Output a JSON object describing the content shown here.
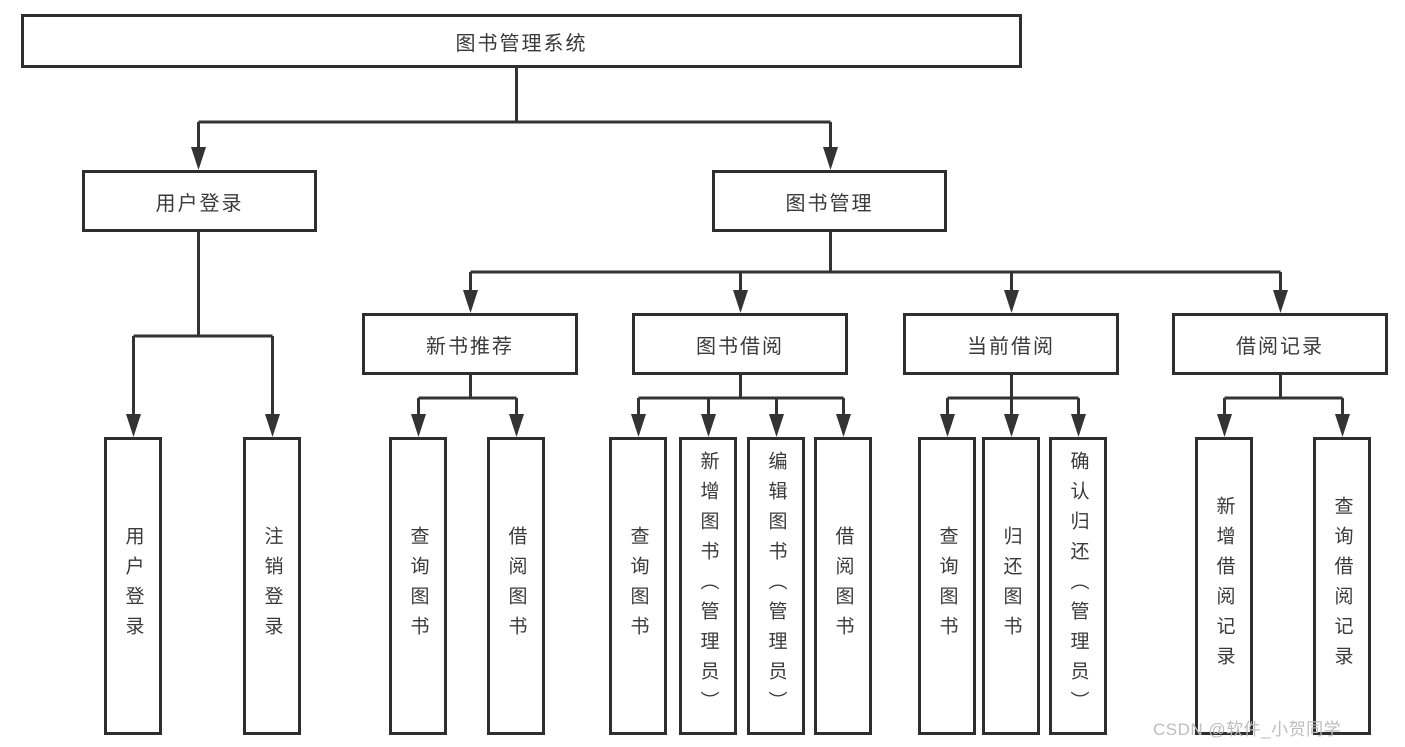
{
  "tree": {
    "label": "图书管理系统",
    "children": [
      {
        "label": "用户登录",
        "children": [
          {
            "label": "用户登录"
          },
          {
            "label": "注销登录"
          }
        ]
      },
      {
        "label": "图书管理",
        "children": [
          {
            "label": "新书推荐",
            "children": [
              {
                "label": "查询图书"
              },
              {
                "label": "借阅图书"
              }
            ]
          },
          {
            "label": "图书借阅",
            "children": [
              {
                "label": "查询图书"
              },
              {
                "label": "新增图书（管理员）"
              },
              {
                "label": "编辑图书（管理员）"
              },
              {
                "label": "借阅图书"
              }
            ]
          },
          {
            "label": "当前借阅",
            "children": [
              {
                "label": "查询图书"
              },
              {
                "label": "归还图书"
              },
              {
                "label": "确认归还（管理员）"
              }
            ]
          },
          {
            "label": "借阅记录",
            "children": [
              {
                "label": "新增借阅记录"
              },
              {
                "label": "查询借阅记录"
              }
            ]
          }
        ]
      }
    ]
  },
  "watermark": "CSDN @软件_小贺同学",
  "colors": {
    "background": "#ffffff",
    "box_border": "#2e2e2e",
    "connector_line": "#333333",
    "text": "#3a3a3a",
    "watermark": "#bdbdbd"
  }
}
